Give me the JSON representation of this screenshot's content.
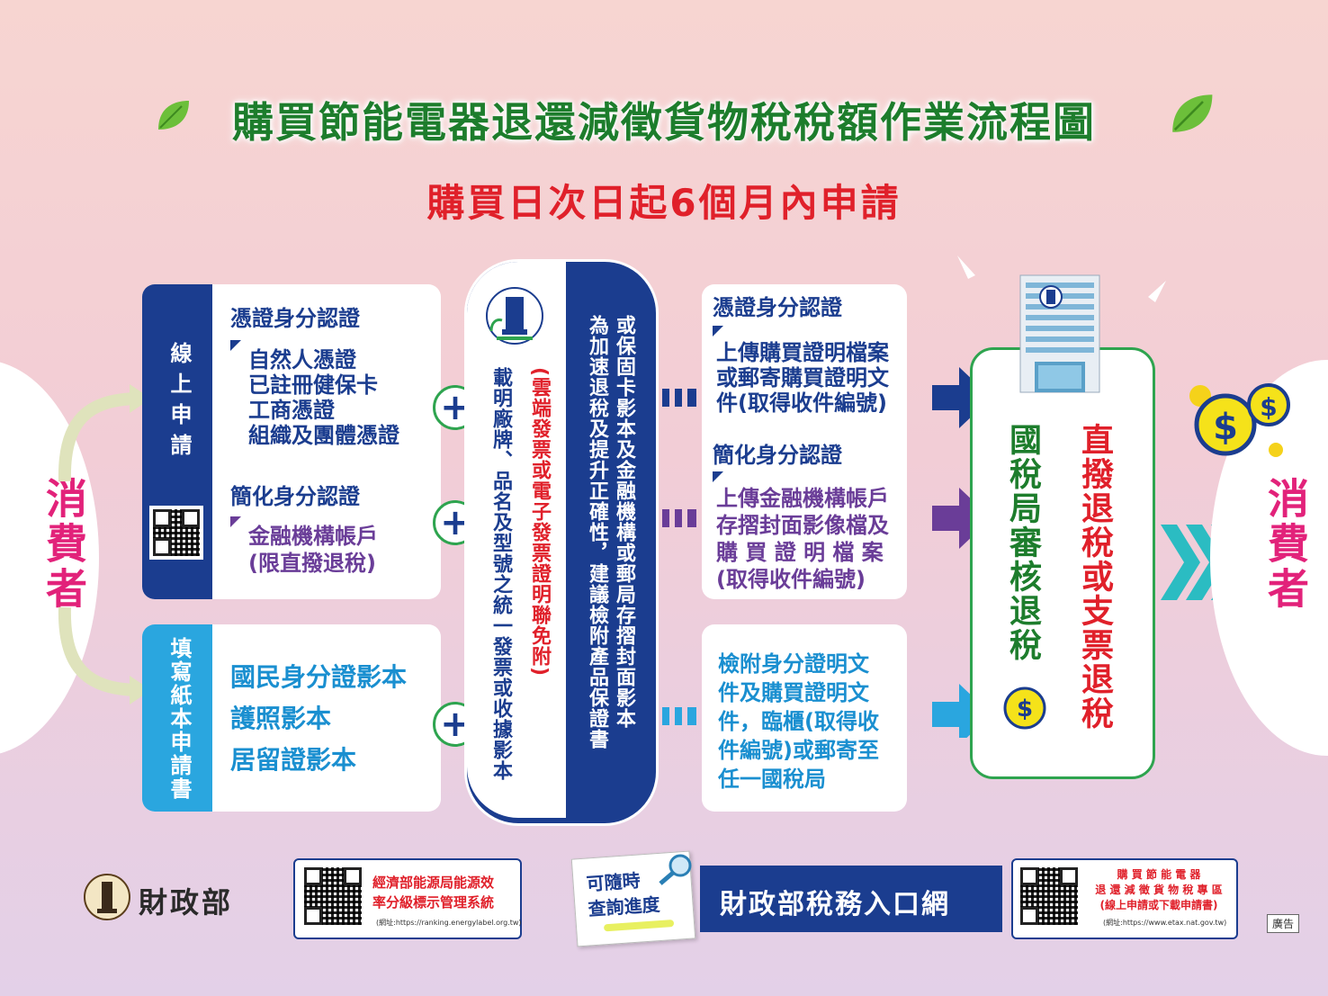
{
  "title": "購買節能電器退還減徵貨物稅稅額作業流程圖",
  "subtitle": "購買日次日起6個月內申請",
  "consumer_left": "消費者",
  "consumer_right": "消費者",
  "online": {
    "tab": "線上申請",
    "cert_heading": "憑證身分認證",
    "cert_items": [
      "自然人憑證",
      "已註冊健保卡",
      "工商憑證",
      "組織及團體憑證"
    ],
    "simple_heading": "簡化身分認證",
    "simple_items": [
      "金融機構帳戶",
      "(限直撥退稅)"
    ]
  },
  "paper": {
    "tab": "填寫紙本申請書",
    "items": [
      "國民身分證影本",
      "護照影本",
      "居留證影本"
    ]
  },
  "docs": {
    "col1": "載明廠牌、品名及型號之統一發票或收據影本",
    "col2": "(雲端發票或電子發票證明聯免附)",
    "col3": "或保固卡影本及金融機構或郵局存摺封面影本",
    "col4": "為加速退稅及提升正確性，建議檢附產品保證書"
  },
  "right_top": {
    "heading": "憑證身分認證",
    "lines": [
      "上傳購買證明檔案",
      "或郵寄購買證明文",
      "件(取得收件編號)"
    ],
    "heading2": "簡化身分認證",
    "lines2": [
      "上傳金融機構帳戶",
      "存摺封面影像檔及",
      "購 買 證 明 檔 案",
      "(取得收件編號)"
    ]
  },
  "right_bottom": {
    "lines": [
      "檢附身分證明文",
      "件及購買證明文",
      "件，臨櫃(取得收",
      "件編號)或郵寄至",
      "任一國稅局"
    ]
  },
  "review": {
    "col1": "國稅局審核退稅",
    "col2": "直撥退稅或支票退稅"
  },
  "footer": {
    "mof": "財政部",
    "energy_line1": "經濟部能源局能源效",
    "energy_line2": "率分級標示管理系統",
    "energy_url": "(網址:https://ranking.energylabel.org.tw)",
    "progress_line1": "可隨時",
    "progress_line2": "查詢進度",
    "portal": "財政部稅務入口網",
    "etax_line1": "購 買 節 能 電 器",
    "etax_line2": "退 還 減 徵 貨 物 稅 專 區",
    "etax_line3": "(線上申請或下載申請書)",
    "etax_url": "(網址:https://www.etax.nat.gov.tw)",
    "ad": "廣告"
  },
  "colors": {
    "navy": "#1b3d8f",
    "purple": "#6a3d98",
    "cyan": "#1a8fd0",
    "green": "#2ea44f",
    "red": "#e0202a",
    "pink": "#e2227a"
  }
}
